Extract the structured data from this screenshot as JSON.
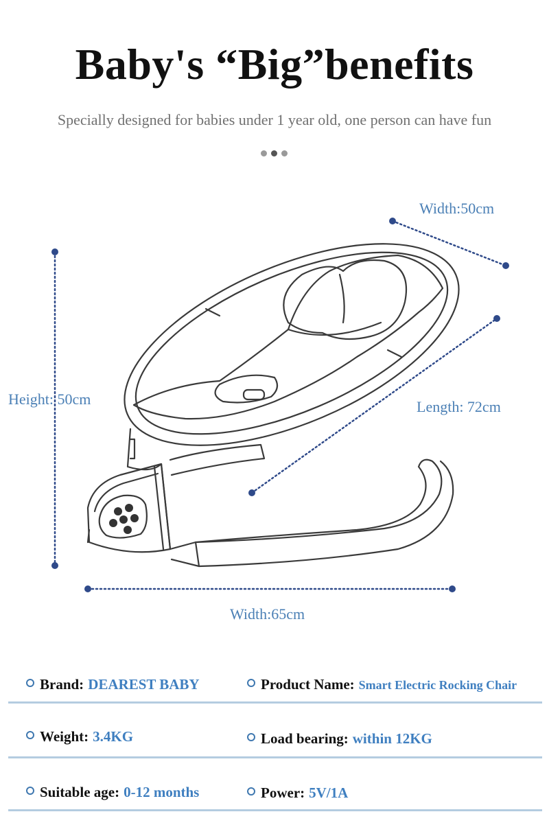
{
  "header": {
    "title": "Baby's “Big”benefits",
    "subtitle": "Specially designed for babies under 1 year old, one person can have fun"
  },
  "pager": {
    "count": 3,
    "active_index": 1
  },
  "dimensions": {
    "top_width": "Width:50cm",
    "height": "Height: 50cm",
    "length": "Length: 72cm",
    "bottom_width": "Width:65cm"
  },
  "specs": [
    {
      "label": "Brand:",
      "value": "DEAREST BABY"
    },
    {
      "label": "Product Name:",
      "value": "Smart Electric Rocking Chair"
    },
    {
      "label": "Weight:",
      "value": "3.4KG"
    },
    {
      "label": "Load bearing:",
      "value": "within 12KG"
    },
    {
      "label": "Suitable age:",
      "value": "0-12 months"
    },
    {
      "label": "Power:",
      "value": "5V/1A"
    }
  ],
  "colors": {
    "accent_blue": "#4a7fb5",
    "marker_navy": "#2f4a8a",
    "divider": "#b4cce0",
    "title_text": "#111111",
    "subtitle_text": "#707070"
  }
}
